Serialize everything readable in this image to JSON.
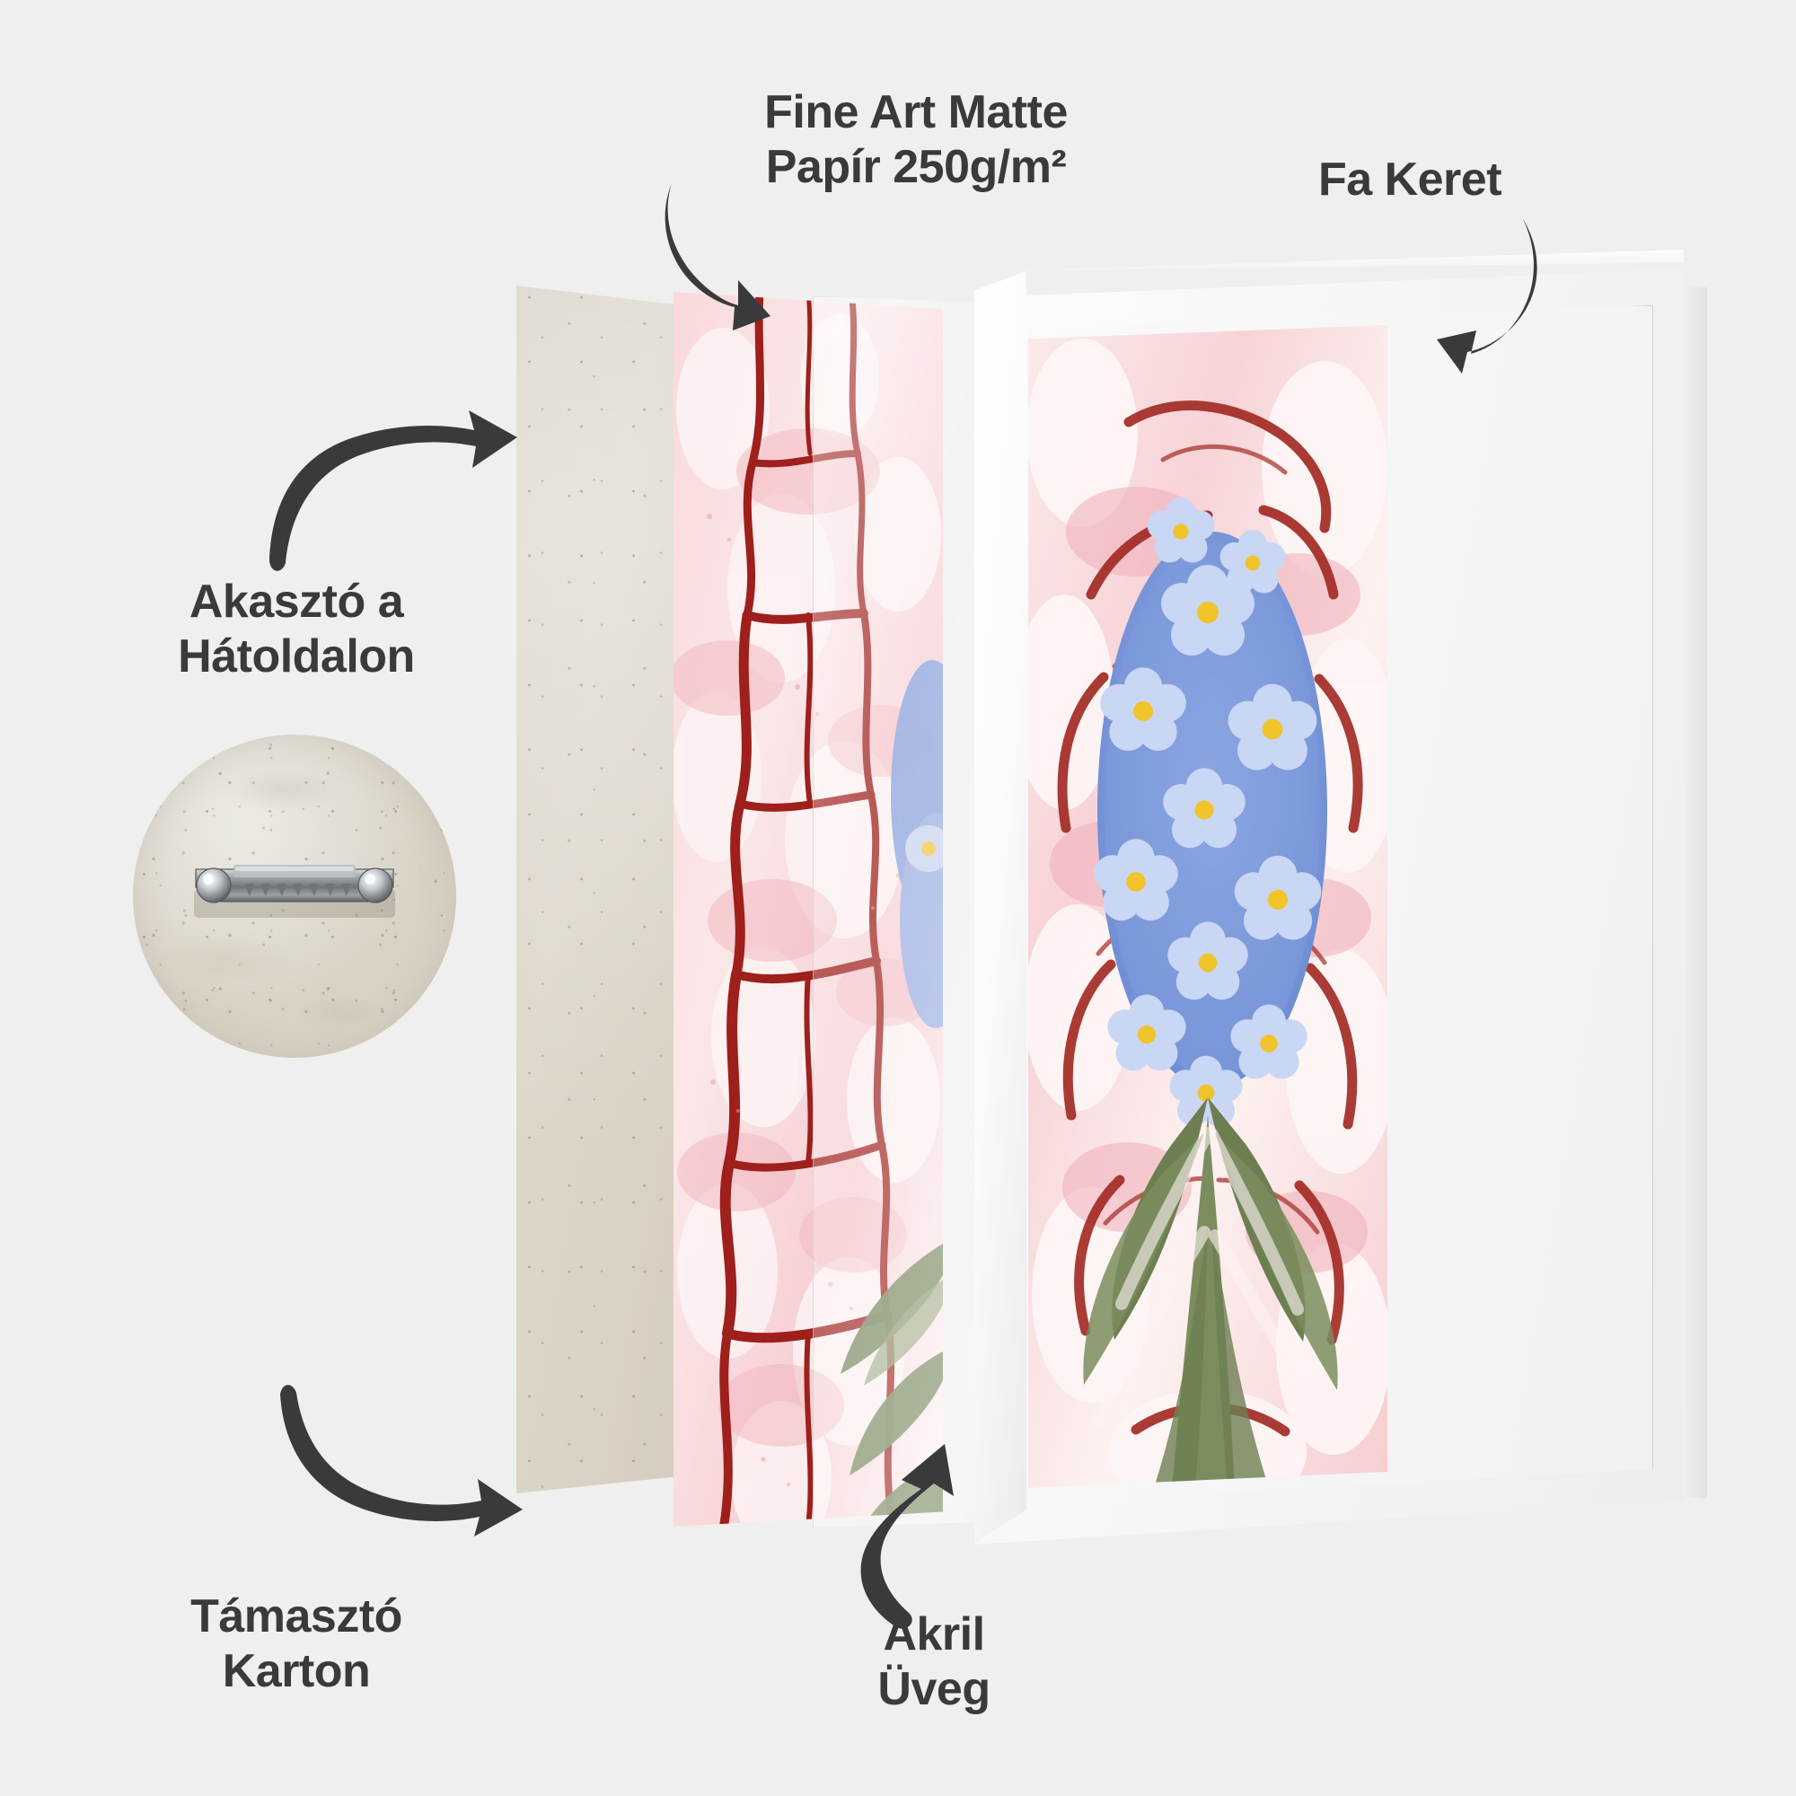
{
  "scene": {
    "background_color": "#efefef",
    "title": "Framed art print exploded layers infographic",
    "text_color": "#3a3a3c"
  },
  "labels": {
    "paper": "Fine Art Matte\nPapír 250g/m²",
    "frame": "Fa Keret",
    "hanger": "Akasztó a\nHátoldalon",
    "carton": "Támasztó\nKarton",
    "acrylic": "Akril\nÜveg"
  },
  "layers": [
    {
      "name": "backing-carton",
      "label": "Támasztó Karton",
      "color": "#d9d3c5"
    },
    {
      "name": "fine-art-paper",
      "label": "Fine Art Matte Papír 250g/m²",
      "weight": "250g/m²"
    },
    {
      "name": "acrylic-glass",
      "label": "Akril Üveg",
      "color": "#ffffff"
    },
    {
      "name": "wood-frame",
      "label": "Fa Keret",
      "color": "#f7f7f7"
    }
  ],
  "hanger_detail": {
    "name": "sawtooth-hanger",
    "board_color": "#d8d2c4",
    "metal_color": "#9aa0a4",
    "screw_count": 2
  },
  "artwork": {
    "style": "ebru marbled hyacinth",
    "flower_color": "#7e9bdc",
    "petal_color": "#c4d2f2",
    "center_color": "#f0c42a",
    "leaf_color": "#6d7f51",
    "marble_pink": "#f4c3c8",
    "marble_crimson": "#a32a24",
    "marble_white": "#fdf7f6"
  },
  "arrows": [
    {
      "name": "arrow-to-paper",
      "from": "Fine Art Matte Papír 250g/m²",
      "to": "fine-art-paper"
    },
    {
      "name": "arrow-to-frame",
      "from": "Fa Keret",
      "to": "wood-frame"
    },
    {
      "name": "arrow-to-hanger",
      "from": "Akasztó a Hátoldalon",
      "to": "backing-carton"
    },
    {
      "name": "arrow-to-carton",
      "from": "Támasztó Karton",
      "to": "backing-carton"
    },
    {
      "name": "arrow-to-acrylic",
      "from": "Akril Üveg",
      "to": "acrylic-glass"
    }
  ]
}
